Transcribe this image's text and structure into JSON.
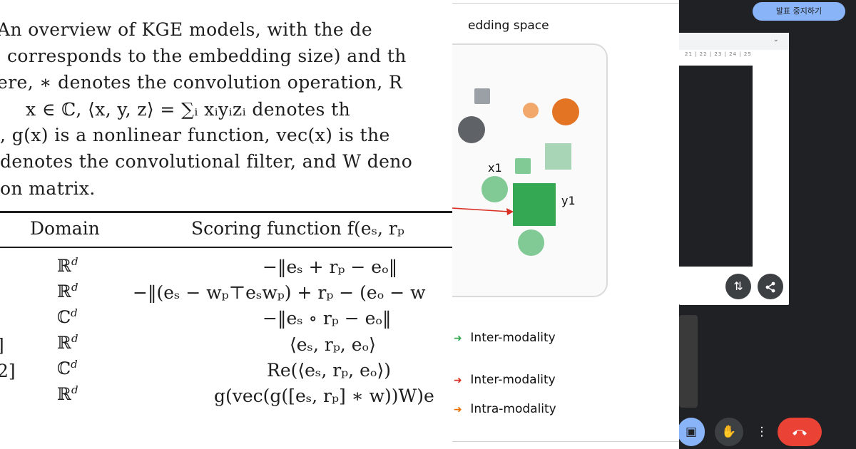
{
  "paper": {
    "caption_lines": [
      "An overview of KGE models, with the de",
      "corresponds to the embedding size) and th",
      "ere, ∗ denotes the convolution operation, R",
      "denotes the convolutional filter, and W deno",
      "on matrix."
    ],
    "caption_math_line_4": "x ∈ ℂ, ⟨x, y, z⟩ = ∑ᵢ xᵢyᵢzᵢ denotes th",
    "caption_math_line_5": ", g(x) is a nonlinear function, vec(x) is the",
    "header_domain": "Domain",
    "header_scoring": "Scoring function f(eₛ, rₚ",
    "rows": [
      {
        "stub": "",
        "domain": "ℝ",
        "exp": "d",
        "score": "−‖eₛ + rₚ − eₒ‖"
      },
      {
        "stub": "",
        "domain": "ℝ",
        "exp": "d",
        "score": "−‖(eₛ − wₚ⊤eₛwₚ) + rₚ − (eₒ − w"
      },
      {
        "stub": "",
        "domain": "ℂ",
        "exp": "d",
        "score": "−‖eₛ ∘ rₚ − eₒ‖"
      },
      {
        "stub": "]",
        "domain": "ℝ",
        "exp": "d",
        "score": "⟨eₛ, rₚ, eₒ⟩"
      },
      {
        "stub": "2]",
        "domain": "ℂ",
        "exp": "d",
        "score": "Re(⟨eₛ, rₚ, eₒ⟩)"
      },
      {
        "stub": "",
        "domain": "ℝ",
        "exp": "d",
        "score": "g(vec(g([eₛ, rₚ] ∗ w))W)e"
      }
    ]
  },
  "slide": {
    "title": "edding space",
    "label_x1": "x1",
    "label_y1": "y1",
    "legend": [
      {
        "label": "Inter-modality",
        "color": "#34a853"
      },
      {
        "label": "Inter-modality",
        "color": "#d93025"
      },
      {
        "label": "Intra-modality",
        "color": "#e8710a"
      }
    ],
    "colors": {
      "gray": "#9aa0a6",
      "dark": "#5f6368",
      "orange": "#e37424",
      "orange_light": "#f1a86a",
      "green": "#34a853",
      "green_mid": "#81c995",
      "green_light": "#a8d5b5",
      "arrow": "#d93025"
    }
  },
  "meet": {
    "stop_share_label": "발표 중지하기",
    "ruler_text": "21 | 22 | 23 | 24 | 25",
    "icons": {
      "swap": "swap-icon",
      "share": "share-icon",
      "present": "present-icon",
      "hand": "raise-hand-icon",
      "more": "more-options-icon",
      "end": "end-call-icon"
    },
    "colors": {
      "end_call": "#ea4335",
      "present": "#8ab4f8"
    }
  }
}
